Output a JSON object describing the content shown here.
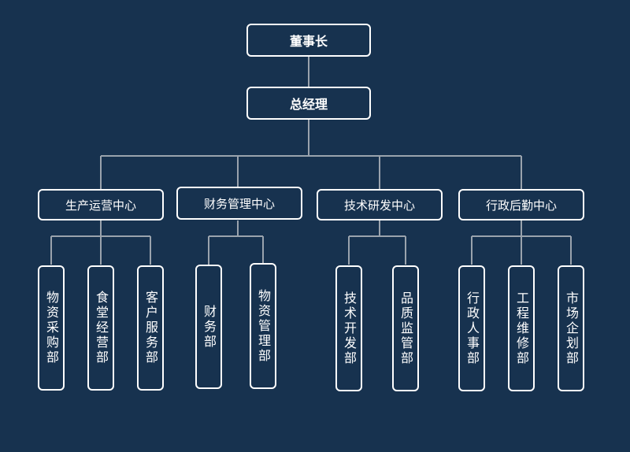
{
  "chairman": "董事长",
  "general_manager": "总经理",
  "centers": [
    {
      "label": "生产运营中心",
      "departments": [
        "物资采购部",
        "食堂经营部",
        "客户服务部"
      ]
    },
    {
      "label": "财务管理中心",
      "departments": [
        "财务部",
        "物资管理部"
      ]
    },
    {
      "label": "技术研发中心",
      "departments": [
        "技术开发部",
        "品质监管部"
      ]
    },
    {
      "label": "行政后勤中心",
      "departments": [
        "行政人事部",
        "工程维修部",
        "市场企划部"
      ]
    }
  ],
  "colors": {
    "background": "#17324f",
    "box_border": "#ffffff",
    "connector": "#9aa3ad",
    "text": "#ffffff"
  }
}
